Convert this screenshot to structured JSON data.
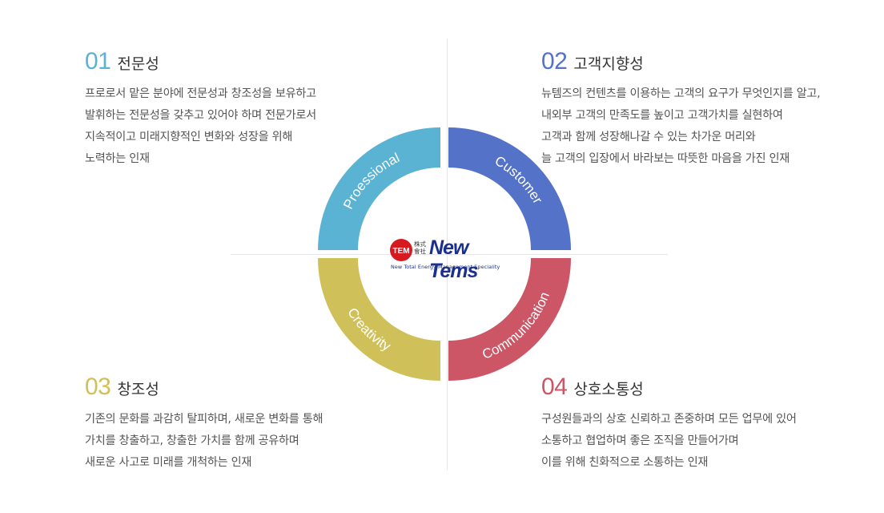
{
  "items": [
    {
      "num": "01",
      "title": "전문성",
      "color": "#5ab3d3",
      "ring_label": "Proessional",
      "lines": [
        "프로로서 맡은 분야에 전문성과 창조성을 보유하고",
        "발휘하는 전문성을 갖추고 있어야 하며 전문가로서",
        "지속적이고 미래지향적인 변화와 성장을 위해",
        "노력하는 인재"
      ]
    },
    {
      "num": "02",
      "title": "고객지향성",
      "color": "#5473c8",
      "ring_label": "Customer",
      "lines": [
        "뉴템즈의 컨텐츠를 이용하는 고객의 요구가 무엇인지를 알고,",
        "내외부 고객의 만족도를 높이고 고객가치를 실현하여",
        "고객과 함께 성장해나갈 수 있는 차가운 머리와",
        "늘 고객의 입장에서 바라보는 따뜻한 마음을 가진 인재"
      ]
    },
    {
      "num": "03",
      "title": "창조성",
      "color": "#cfc05a",
      "ring_label": "Creativity",
      "lines": [
        "기존의 문화를 과감히 탈피하며, 새로운 변화를 통해",
        "가치를 창출하고, 창출한 가치를 함께 공유하며",
        "새로운 사고로 미래를 개척하는 인재"
      ]
    },
    {
      "num": "04",
      "title": "상호소통성",
      "color": "#cc5566",
      "ring_label": "Communication",
      "lines": [
        "구성원들과의 상호 신뢰하고 존중하며 모든 업무에 있어",
        "소통하고 협업하며 좋은 조직을 만들어가며",
        "이를 위해 친화적으로 소통하는 인재"
      ]
    }
  ],
  "logo": {
    "name": "New Tems",
    "kanji_top": "株式",
    "kanji_bottom": "會社",
    "tagline": "New Total Energy Management Speciality",
    "mark_text": "TEM",
    "brand_red": "#d71920",
    "brand_blue": "#1b2f8f"
  }
}
